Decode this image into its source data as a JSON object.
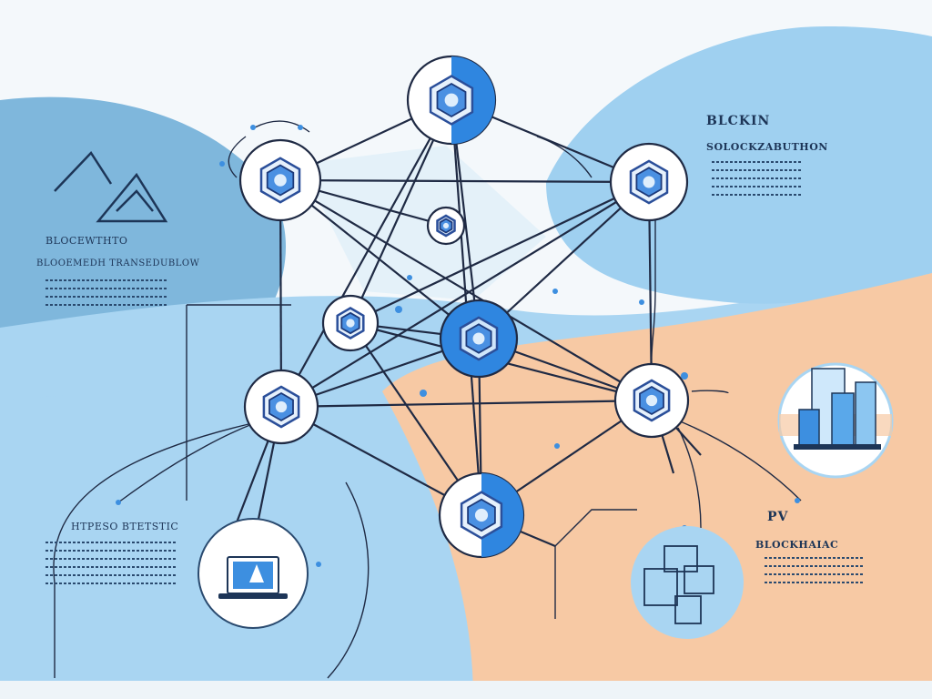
{
  "labels": {
    "top_right_title": "BLCKIN",
    "top_right_subtitle": "SOLOCKZABUTHON",
    "left_top_title": "BLOCEWTHTO",
    "left_top_subtitle": "BLOOEMEDH TRANSEDUBLOW",
    "bottom_left_title": "HTPESO BTETSTIC",
    "right_mid_mark": "PV",
    "bottom_right_title": "BLOCKHAIAC"
  },
  "colors": {
    "background": "#f4f8fb",
    "blue_dark": "#7fb7dc",
    "blue_light": "#a9d5f2",
    "peach": "#f7c9a4",
    "accent_blue": "#2f86e0",
    "line": "#1f2a44"
  },
  "icons": {
    "node": "shield-chain-icon",
    "triangle": "triangle-warning-icon",
    "buildings": "city-buildings-icon",
    "laptop": "laptop-icon",
    "flowchart": "flowchart-icon"
  }
}
